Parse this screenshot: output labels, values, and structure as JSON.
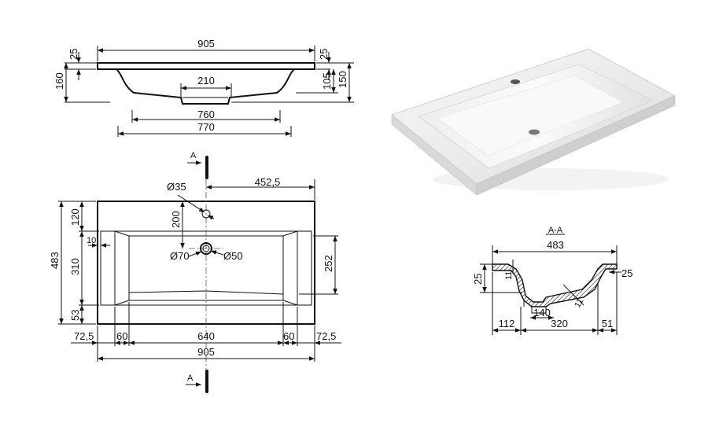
{
  "top_view": {
    "overall_width": "905",
    "rim_left": "25",
    "rim_right": "25",
    "height_total": "160",
    "height_basin": "105",
    "height_right": "150",
    "drain_width": "210",
    "inner_width": "760",
    "outer_width": "770"
  },
  "plan_view": {
    "section_label_top": "A",
    "section_label_bottom": "A",
    "hole_offset": "452,5",
    "tap_hole_diameter": "Ø35",
    "tap_hole_distance": "200",
    "drain_inner_diameter": "Ø70",
    "drain_outer_diameter": "Ø50",
    "depth_total": "483",
    "depth_back": "120",
    "depth_bowl": "310",
    "depth_front": "53",
    "side_wall": "10",
    "bowl_depth_right": "252",
    "bottom_dims": [
      "72,5",
      "60",
      "640",
      "60",
      "72,5"
    ],
    "overall_width": "905"
  },
  "section_view": {
    "title": "A-A",
    "width": "483",
    "height_left": "25",
    "thickness_top": "11",
    "thickness_right": "25",
    "thickness_slope": "11",
    "drain_width": "140",
    "left_offset": "112",
    "middle_width": "320",
    "right_offset": "51"
  },
  "colors": {
    "line": "#111111",
    "basin_shade": "#e6e6e6"
  }
}
